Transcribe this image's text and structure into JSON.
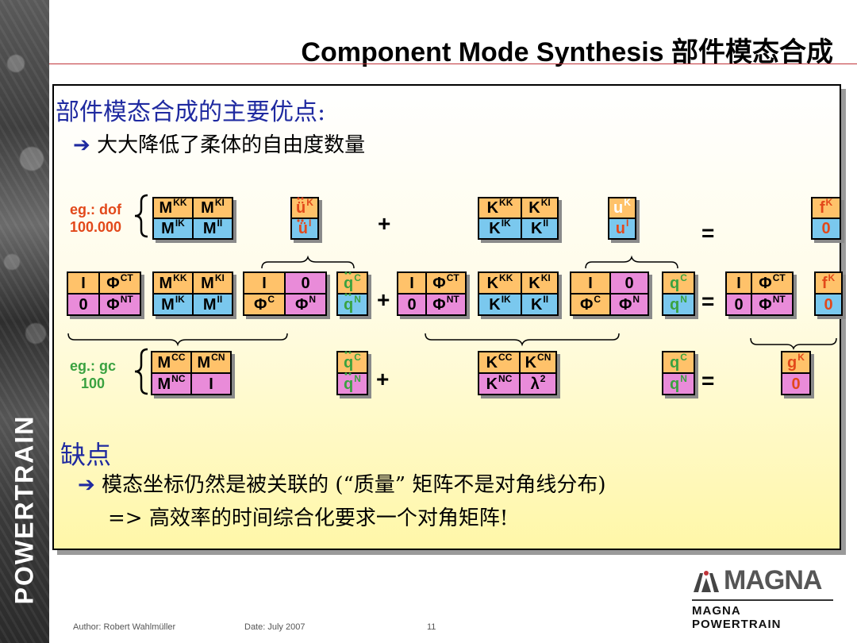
{
  "sidebar": {
    "brand": "POWERTRAIN"
  },
  "header": {
    "title": "Component Mode Synthesis 部件模态合成"
  },
  "section1": {
    "heading": "部件模态合成的主要优点:",
    "bullet": "大大降低了柔体的自由度数量"
  },
  "row1": {
    "label_line1": "eg.: dof",
    "label_line2": "100.000",
    "mass": [
      "M",
      "KK",
      "M",
      "KI",
      "M",
      "IK",
      "M",
      "II"
    ],
    "acc": [
      "ü",
      "K",
      "ü",
      "I"
    ],
    "stiff": [
      "K",
      "KK",
      "K",
      "KI",
      "K",
      "IK",
      "K",
      "II"
    ],
    "disp": [
      "u",
      "K",
      "u",
      "I"
    ],
    "force": [
      "f",
      "K",
      "0"
    ],
    "plus": "+",
    "equals": "="
  },
  "row2": {
    "phi1": [
      "I",
      "Φ",
      "CT",
      "0",
      "Φ",
      "NT"
    ],
    "mass": [
      "M",
      "KK",
      "M",
      "KI",
      "M",
      "IK",
      "M",
      "II"
    ],
    "phi2": [
      "I",
      "0",
      "Φ",
      "C",
      "Φ",
      "N"
    ],
    "qdd": [
      "q",
      "C",
      "q",
      "N"
    ],
    "phi3": [
      "I",
      "Φ",
      "CT",
      "0",
      "Φ",
      "NT"
    ],
    "stiff": [
      "K",
      "KK",
      "K",
      "KI",
      "K",
      "IK",
      "K",
      "II"
    ],
    "phi4": [
      "I",
      "0",
      "Φ",
      "C",
      "Φ",
      "N"
    ],
    "q": [
      "q",
      "C",
      "q",
      "N"
    ],
    "phi5": [
      "I",
      "Φ",
      "CT",
      "0",
      "Φ",
      "NT"
    ],
    "force": [
      "f",
      "K",
      "0"
    ],
    "plus": "+",
    "equals": "="
  },
  "row3": {
    "label_line1": "eg.: gc",
    "label_line2": "100",
    "mass": [
      "M",
      "CC",
      "M",
      "CN",
      "M",
      "NC",
      "I"
    ],
    "qdd": [
      "q",
      "C",
      "q",
      "N"
    ],
    "stiff": [
      "K",
      "CC",
      "K",
      "CN",
      "K",
      "NC",
      "λ",
      "2"
    ],
    "q": [
      "q",
      "C",
      "q",
      "N"
    ],
    "force": [
      "g",
      "K",
      "0"
    ],
    "plus": "+",
    "equals": "="
  },
  "section2": {
    "heading": "缺点",
    "bullet": "模态坐标仍然是被关联的 (“质量” 矩阵不是对角线分布)",
    "line": "=> 高效率的时间综合化要求一个对角矩阵!"
  },
  "logo": {
    "main": "MAGNA",
    "sub": "MAGNA POWERTRAIN"
  },
  "footer": {
    "author": "Author: Robert Wahlmüller",
    "date": "Date: July 2007",
    "page": "11"
  },
  "colors": {
    "orange": "#ffc26a",
    "blue": "#7ac8ee",
    "pink": "#e98bd9",
    "heading": "#1f2aa0",
    "accent_red": "#e2481a",
    "green": "#3aa240"
  }
}
